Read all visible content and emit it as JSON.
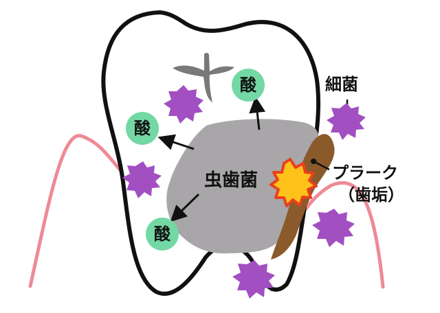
{
  "labels": {
    "acid": "酸",
    "cavity_bacteria": "虫歯菌",
    "bacteria": "細菌",
    "plaque": "プラーク",
    "plaque_sub": "（歯垢）"
  },
  "colors": {
    "tooth_outline": "#111111",
    "tooth_fill": "#ffffff",
    "gum_line": "#ee8a95",
    "cavity_gray": "#a8a6a8",
    "groove_gray": "#7a787a",
    "plaque_brown": "#8a5a2b",
    "acid_green": "#73d8a4",
    "bacteria_purple": "#a24fc2",
    "burst_yellow": "#ffc21a",
    "burst_red": "#e8401f"
  }
}
